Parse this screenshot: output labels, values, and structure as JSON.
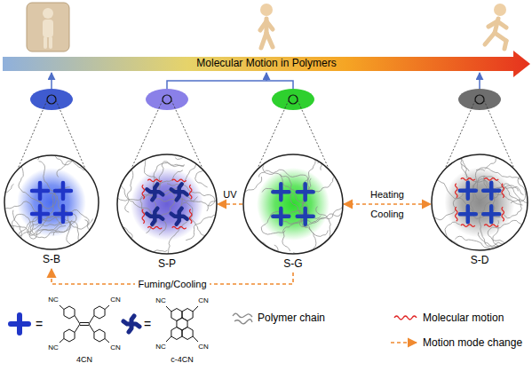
{
  "diagram": {
    "nodes": [
      {
        "text": [
          "Molecular Motion in Polymers"
        ]
      },
      {
        "text": [
          "S-B"
        ]
      },
      {
        "text": [
          "S-P"
        ]
      },
      {
        "text": [
          "S-G"
        ]
      },
      {
        "text": [
          "S-D"
        ]
      }
    ],
    "edges": [
      {
        "from": 3,
        "to": 2,
        "arrow": "to",
        "label": "UV"
      },
      {
        "from": 3,
        "to": 4,
        "arrow": "both",
        "label": "Heating Cooling"
      },
      {
        "from": 3,
        "to": 1,
        "arrow": "to",
        "label": "Fuming/Cooling"
      }
    ],
    "labels": [
      "=",
      "NC",
      "CN",
      "NC",
      "CN",
      "4CN",
      "=",
      "NC",
      "CN",
      "NC",
      "CN",
      "c-4CN"
    ],
    "legend": [
      {
        "text": "Polymer chain"
      },
      {
        "text": "Molecular motion"
      },
      {
        "text": "Motion mode change"
      }
    ]
  }
}
